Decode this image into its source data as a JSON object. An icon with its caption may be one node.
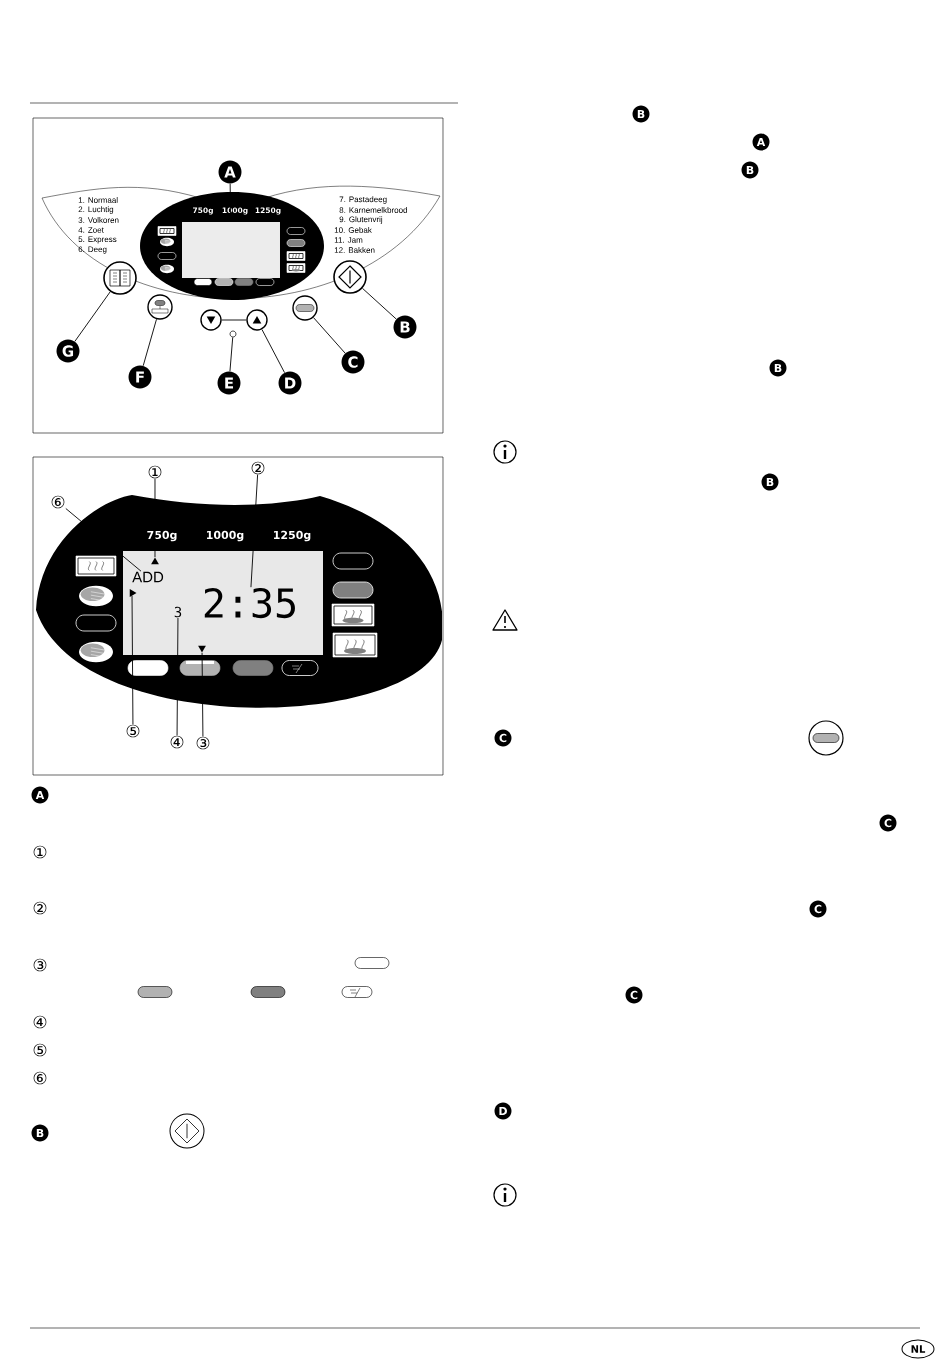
{
  "diagram": {
    "nodes": [
      {
        "text": [
          "A"
        ]
      },
      {
        "text": [],
        "shape": "box"
      },
      {
        "text": [],
        "shape": "circle"
      },
      {
        "text": [],
        "shape": "circle"
      },
      {
        "text": [],
        "shape": "circle"
      },
      {
        "text": [],
        "shape": "circle"
      },
      {
        "text": [],
        "shape": "circle"
      },
      {
        "text": [],
        "shape": "circle"
      },
      {
        "text": [],
        "shape": "circle"
      },
      {
        "text": [
          "G"
        ]
      },
      {
        "text": [
          "F"
        ]
      },
      {
        "text": [
          "E"
        ]
      },
      {
        "text": [
          "D"
        ]
      },
      {
        "text": [
          "C"
        ]
      },
      {
        "text": [
          "B"
        ]
      },
      {
        "text": [
          "①"
        ]
      },
      {
        "text": [
          "②"
        ]
      },
      {
        "text": [
          "⑥"
        ]
      },
      {
        "text": [],
        "shape": "triangle"
      },
      {
        "text": [
          "ADD"
        ]
      },
      {
        "text": [],
        "shape": "triangle"
      },
      {
        "text": [
          "3"
        ]
      },
      {
        "text": [
          "2:35"
        ]
      },
      {
        "text": [],
        "shape": "triangle"
      },
      {
        "text": [
          "⑤"
        ]
      },
      {
        "text": [
          "④"
        ]
      },
      {
        "text": [
          "③"
        ]
      }
    ],
    "edges": [
      {
        "from": 0,
        "to": 1,
        "arrow": "none"
      },
      {
        "from": 14,
        "to": 8,
        "arrow": "none"
      },
      {
        "from": 13,
        "to": 7,
        "arrow": "none"
      },
      {
        "from": 12,
        "to": 5,
        "arrow": "none"
      },
      {
        "from": 4,
        "to": 5,
        "arrow": "none"
      },
      {
        "from": 11,
        "to": 6,
        "arrow": "none"
      },
      {
        "from": 10,
        "to": 3,
        "arrow": "none"
      },
      {
        "from": 9,
        "to": 2,
        "arrow": "none"
      },
      {
        "from": 15,
        "to": 18,
        "arrow": "none"
      },
      {
        "from": 16,
        "to": 22,
        "arrow": "none"
      },
      {
        "from": 26,
        "to": 23,
        "arrow": "none"
      },
      {
        "from": 25,
        "to": 21,
        "arrow": "none"
      },
      {
        "from": 24,
        "to": 20,
        "arrow": "none"
      },
      {
        "from": 17,
        "to": 19,
        "arrow": "none"
      }
    ],
    "labels": [
      "1. Normaal",
      "2. Luchtig",
      "3. Volkoren",
      "4. Zoet",
      "5. Express",
      "6. Deeg",
      "7. Pastadeeg",
      "8. Karnemelkbrood",
      "9. Glutenvrij",
      "10. Gebak",
      "11. Jam",
      "12. Bakken",
      "750g",
      "1000g",
      "1250g",
      "750g",
      "1000g",
      "1250g",
      "A",
      "①",
      "②",
      "③",
      "④",
      "⑤",
      "⑥",
      "B",
      "B",
      "A",
      "B",
      "B",
      "B",
      "C",
      "C",
      "C",
      "C",
      "D",
      "NL"
    ]
  }
}
